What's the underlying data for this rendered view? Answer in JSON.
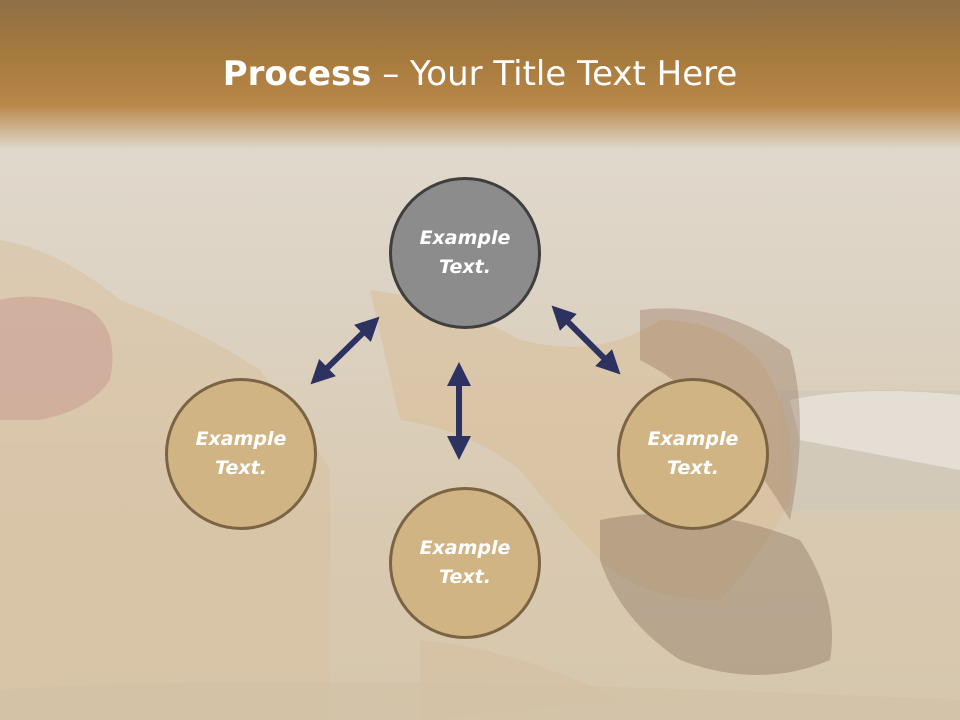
{
  "title": {
    "bold": "Process",
    "rest": " – Your Title Text Here"
  },
  "nodes": {
    "top": "Example\nText.",
    "left": "Example\nText.",
    "bottom": "Example\nText.",
    "right": "Example\nText."
  },
  "colors": {
    "header": "#a77b3d",
    "top_node": "#8c8c8c",
    "tan_node": "#d1b483",
    "arrow": "#2e3260"
  }
}
